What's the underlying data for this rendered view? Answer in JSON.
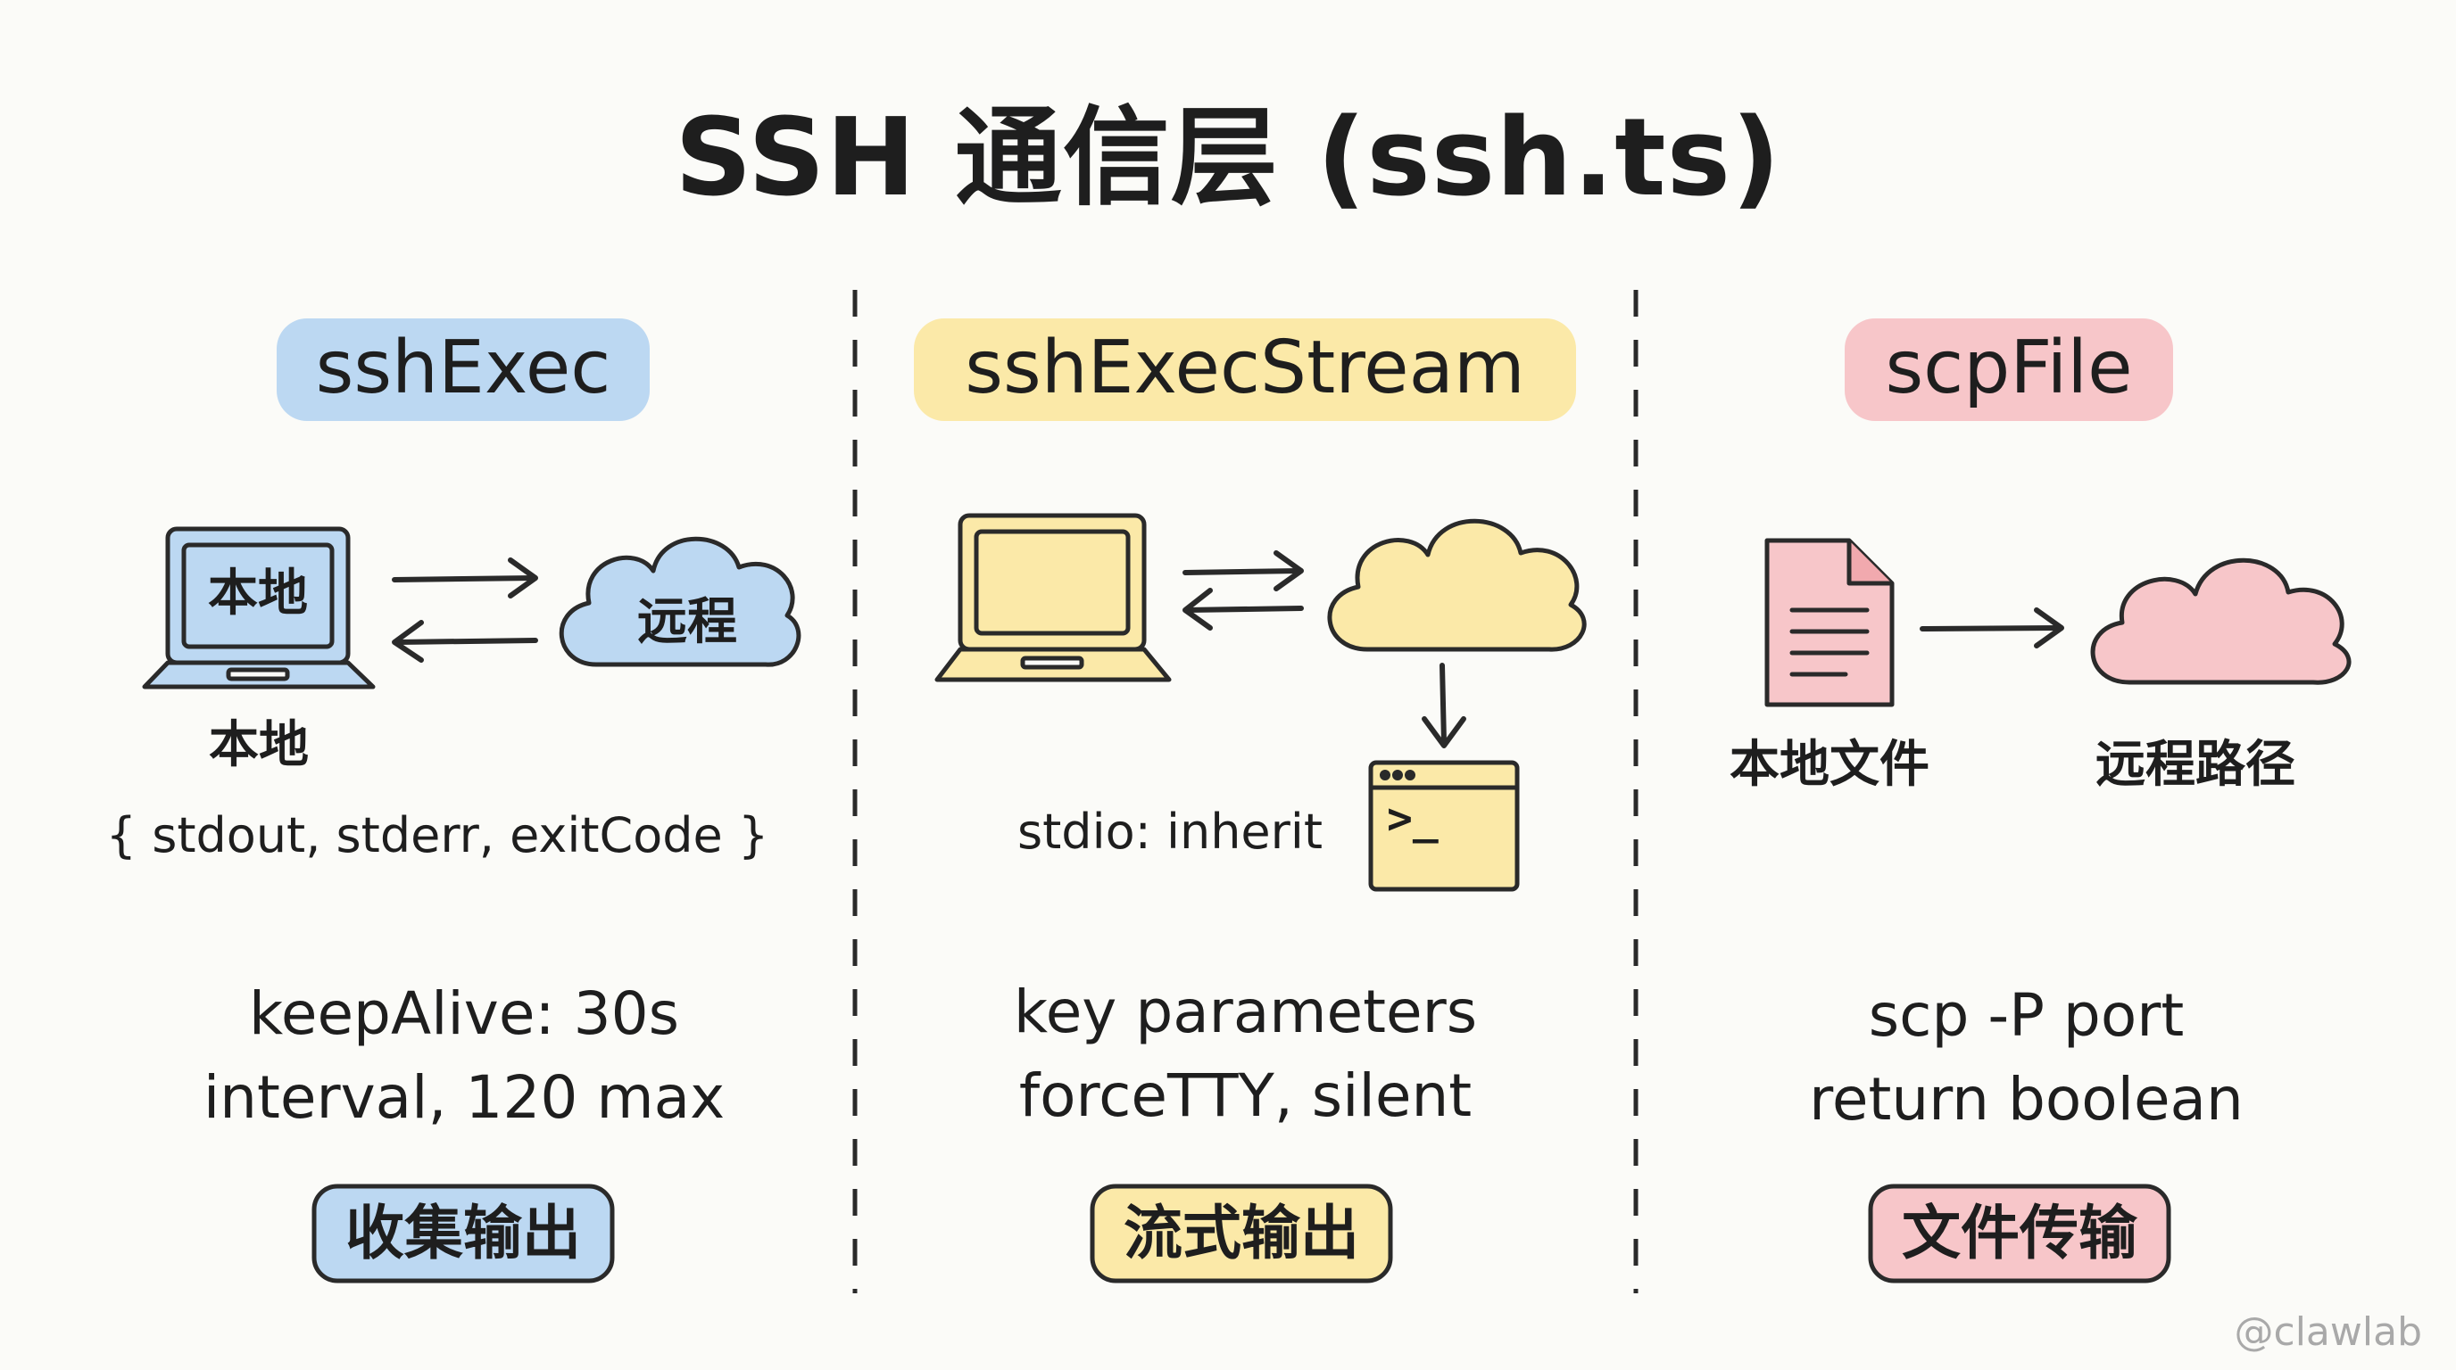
{
  "title": "SSH 通信层 (ssh.ts)",
  "colors": {
    "blue": "#bcd8f2",
    "yellow": "#fbe9a8",
    "pink": "#f7c6c9",
    "stroke": "#2a2a2a",
    "divider": "#2a2a2a"
  },
  "columns": [
    {
      "name": "sshExec",
      "laptop_screen_label": "本地",
      "cloud_label": "远程",
      "local_label": "本地",
      "output_shape": "{ stdout, stderr, exitCode }",
      "desc_line1": "keepAlive: 30s",
      "desc_line2": "interval, 120 max",
      "tag": "收集输出",
      "icons": [
        "laptop-icon",
        "bidirectional-arrows-icon",
        "cloud-icon"
      ]
    },
    {
      "name": "sshExecStream",
      "stdio_label": "stdio: inherit",
      "terminal_prompt": ">_",
      "desc_line1": "key parameters",
      "desc_line2": "forceTTY, silent",
      "tag": "流式输出",
      "icons": [
        "laptop-icon",
        "bidirectional-arrows-icon",
        "cloud-icon",
        "down-arrow-icon",
        "terminal-icon"
      ]
    },
    {
      "name": "scpFile",
      "local_file_label": "本地文件",
      "remote_path_label": "远程路径",
      "desc_line1": "scp -P port",
      "desc_line2": "return boolean",
      "tag": "文件传输",
      "icons": [
        "document-icon",
        "right-arrow-icon",
        "cloud-icon"
      ]
    }
  ],
  "watermark": "@clawlab"
}
